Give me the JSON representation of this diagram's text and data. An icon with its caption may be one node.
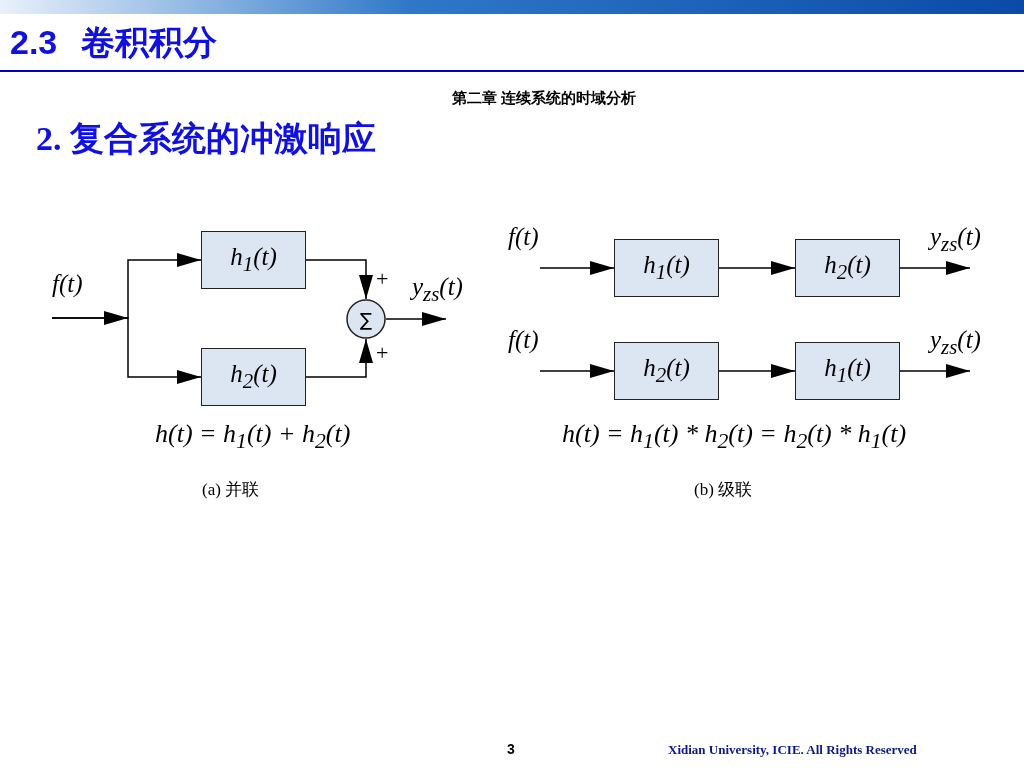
{
  "diagram": {
    "title": "2.3 卷积积分",
    "nodes": [
      {
        "text": [
          "h$_{1}$(t)"
        ]
      },
      {
        "text": [
          "h$_{2}$(t)"
        ]
      },
      {
        "text": [
          "∑"
        ]
      },
      {
        "text": [
          "h$_{1}$(t)"
        ]
      },
      {
        "text": [
          "h$_{2}$(t)"
        ]
      },
      {
        "text": [
          "h$_{2}$(t)"
        ]
      },
      {
        "text": [
          "h$_{1}$(t)"
        ]
      }
    ],
    "edges": [
      {
        "from": null,
        "to": 0,
        "arrow": "to"
      },
      {
        "from": null,
        "to": 1,
        "arrow": "to"
      },
      {
        "from": 0,
        "to": 2,
        "arrow": "to"
      },
      {
        "from": 1,
        "to": 2,
        "arrow": "to"
      },
      {
        "from": 2,
        "to": null,
        "arrow": "to",
        "label": "y$_{zs}$(t)"
      },
      {
        "from": null,
        "to": 3,
        "arrow": "to",
        "label": "f(t)"
      },
      {
        "from": 3,
        "to": 4,
        "arrow": "to"
      },
      {
        "from": 4,
        "to": null,
        "arrow": "to",
        "label": "y$_{zs}$(t)"
      },
      {
        "from": null,
        "to": 5,
        "arrow": "to",
        "label": "f(t)"
      },
      {
        "from": 5,
        "to": 6,
        "arrow": "to"
      },
      {
        "from": 6,
        "to": null,
        "arrow": "to",
        "label": "y$_{zs}$(t)"
      }
    ],
    "labels": [
      "第二章 连续系统的时域分析",
      "2. 复合系统的冲激响应",
      "f(t)",
      "+",
      "+",
      "h(t) = h$_{1}$(t) + h$_{2}$(t)",
      "h(t) = h$_{1}$(t) * h$_{2}$(t) = h$_{2}$(t) * h$_{1}$(t)",
      "(a) 并联",
      "(b) 级联",
      "3",
      "Xidian University, ICIE. All Rights Reserved"
    ]
  }
}
